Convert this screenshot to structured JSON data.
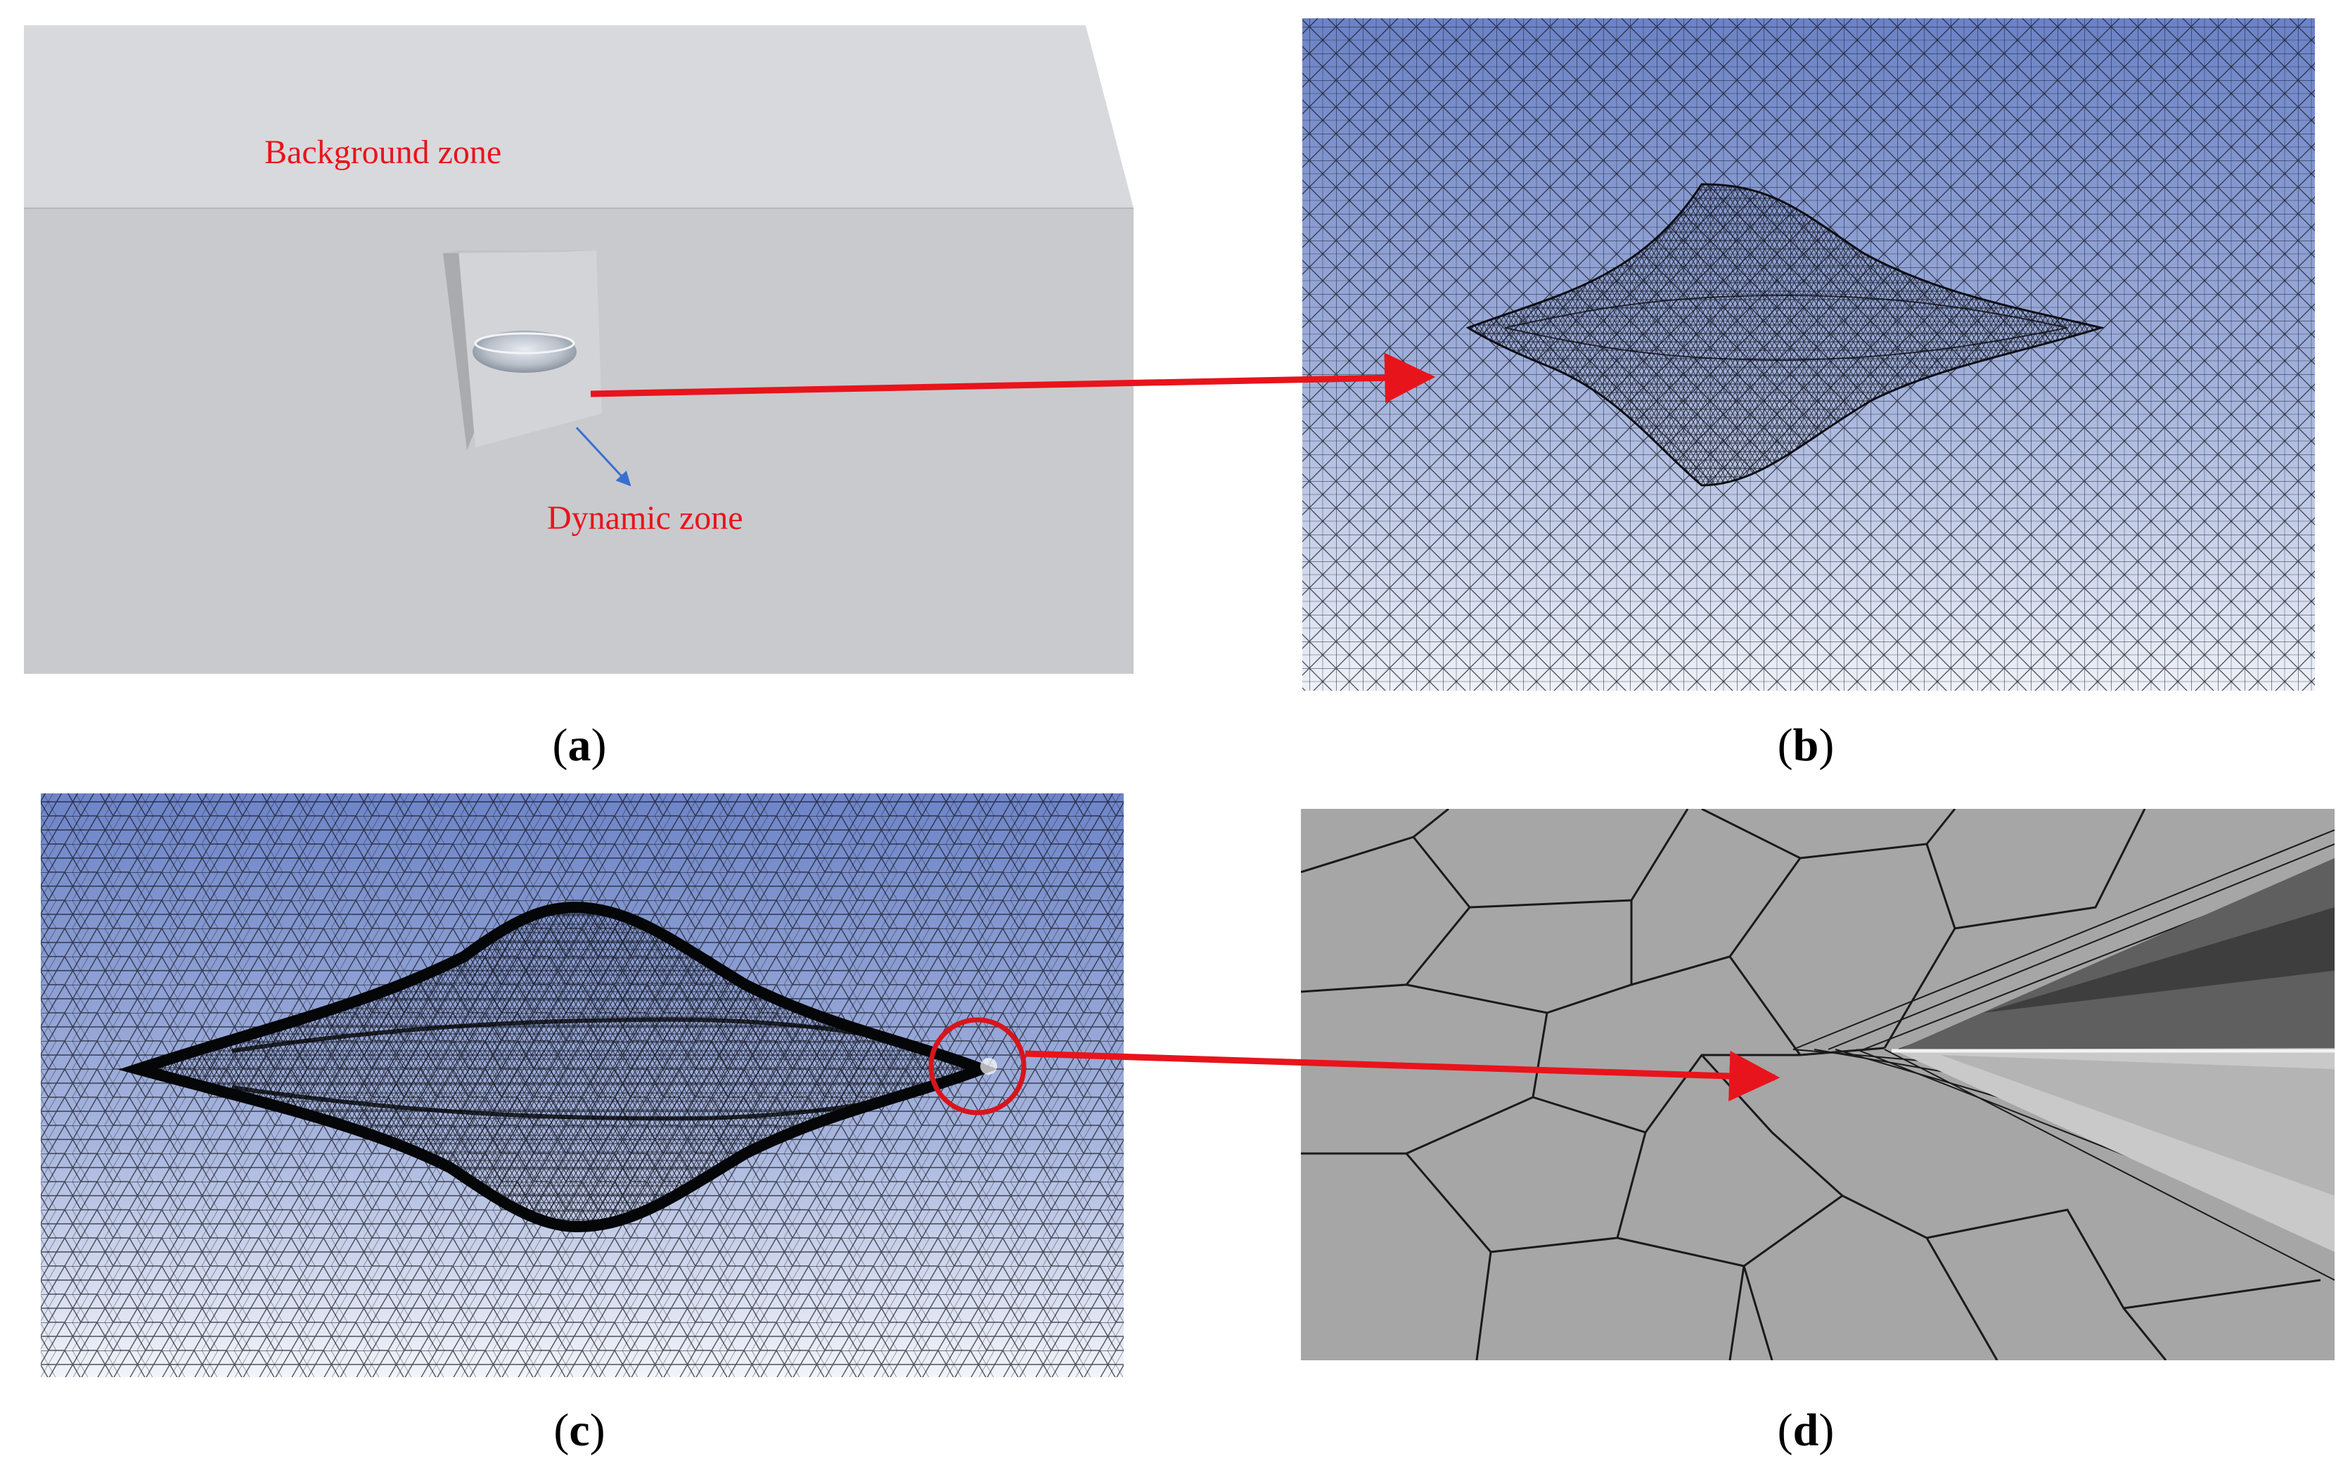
{
  "panel_a": {
    "background_label": "Background zone",
    "dynamic_label": "Dynamic zone"
  },
  "captions": {
    "a": "a",
    "b": "b",
    "c": "c",
    "d": "d"
  },
  "colors": {
    "label_red": "#e8141c",
    "arrow_red": "#e8141c",
    "pointer_blue": "#3a6fd0",
    "mesh_blue": "#6f86c9",
    "box_grey": "#cdced2",
    "panel_d_grey": "#a6a6a6"
  }
}
